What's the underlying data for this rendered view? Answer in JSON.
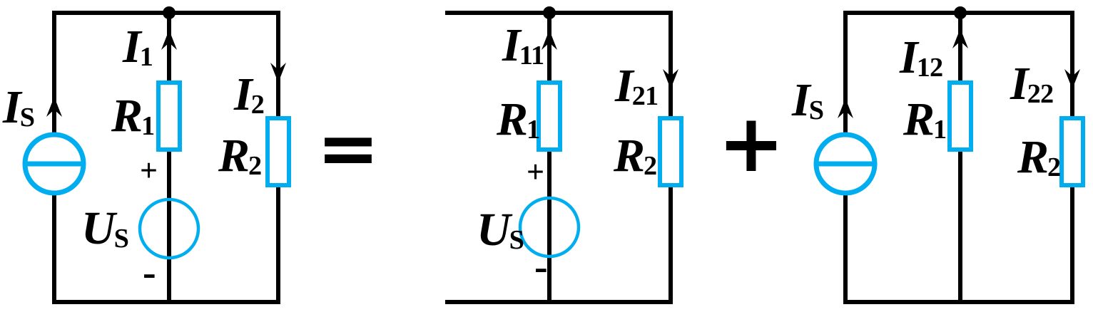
{
  "colors": {
    "wire": "#000000",
    "component": "#00AEEF",
    "label": "#000000"
  },
  "operators": {
    "equals": "=",
    "plus": "+"
  },
  "circuits": [
    {
      "id": "original",
      "labels": {
        "is": {
          "main": "I",
          "sub": "S"
        },
        "i1": {
          "main": "I",
          "sub": "1"
        },
        "i2": {
          "main": "I",
          "sub": "2"
        },
        "r1": {
          "main": "R",
          "sub": "1"
        },
        "r2": {
          "main": "R",
          "sub": "2"
        },
        "us": {
          "main": "U",
          "sub": "S"
        },
        "polarity_plus": "+",
        "polarity_minus": "-"
      }
    },
    {
      "id": "voltage-source-only",
      "labels": {
        "i11": {
          "main": "I",
          "sub": "11"
        },
        "i21": {
          "main": "I",
          "sub": "21"
        },
        "r1": {
          "main": "R",
          "sub": "1"
        },
        "r2": {
          "main": "R",
          "sub": "2"
        },
        "us": {
          "main": "U",
          "sub": "S"
        },
        "polarity_plus": "+",
        "polarity_minus": "-"
      }
    },
    {
      "id": "current-source-only",
      "labels": {
        "is": {
          "main": "I",
          "sub": "S"
        },
        "i12": {
          "main": "I",
          "sub": "12"
        },
        "i22": {
          "main": "I",
          "sub": "22"
        },
        "r1": {
          "main": "R",
          "sub": "1"
        },
        "r2": {
          "main": "R",
          "sub": "2"
        }
      }
    }
  ]
}
